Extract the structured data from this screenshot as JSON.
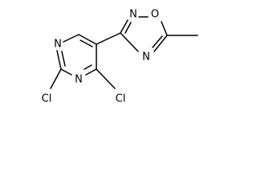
{
  "molecule": {
    "atoms": {
      "n_top": "N",
      "n_bottom": "N",
      "cl_left": "Cl",
      "cl_right": "Cl",
      "o_ring": "O",
      "n_oxadiazole_top": "N",
      "n_oxadiazole_bottom": "N"
    },
    "colors": {
      "bond": "#000000",
      "label": "#000000",
      "background": "#ffffff"
    }
  }
}
